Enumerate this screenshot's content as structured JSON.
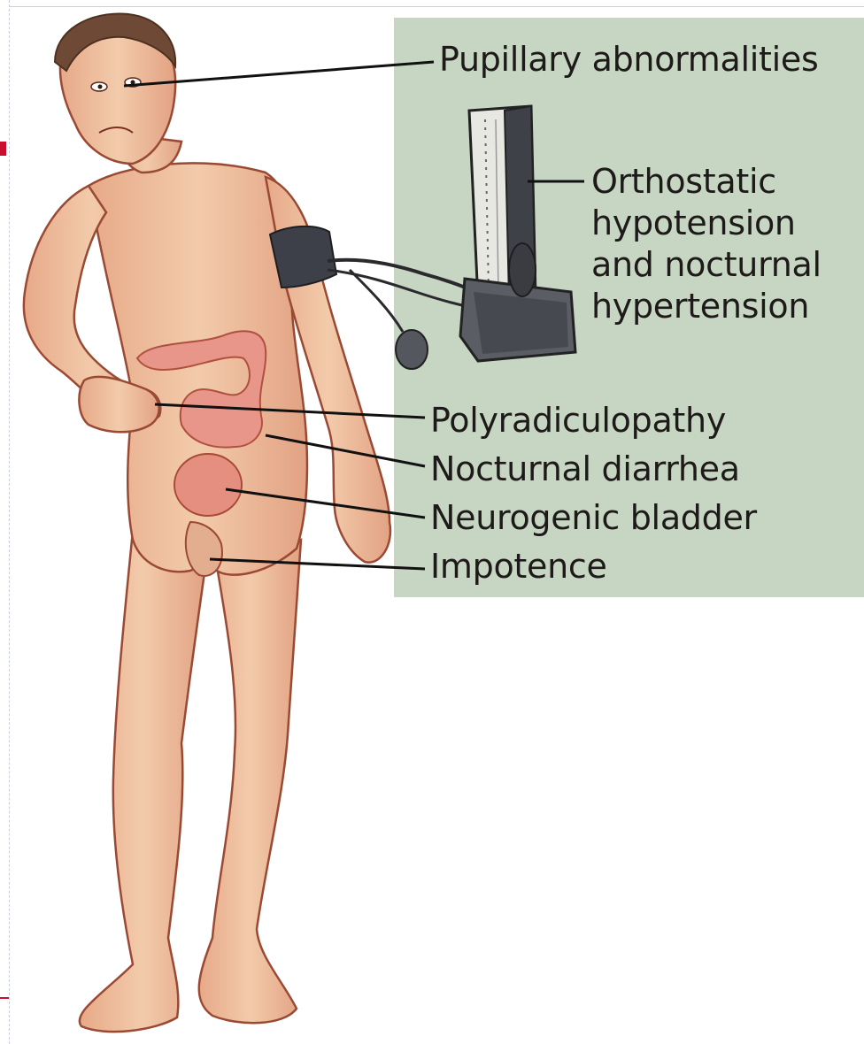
{
  "labels": {
    "pupillary": "Pupillary abnormalities",
    "orthostatic_line1": "Orthostatic",
    "orthostatic_line2": "hypotension",
    "orthostatic_line3": "and nocturnal",
    "orthostatic_line4": "hypertension",
    "polyradiculopathy": "Polyradiculopathy",
    "diarrhea": "Nocturnal diarrhea",
    "bladder": "Neurogenic bladder",
    "impotence": "Impotence"
  },
  "colors": {
    "panel": "#c6d6c2",
    "skin": "#efc3a0",
    "skin_shadow": "#d98e6f",
    "outline": "#9a4a34",
    "intestine": "#e8958a",
    "leader_line": "#111111",
    "accent_marker": "#c8102e"
  }
}
